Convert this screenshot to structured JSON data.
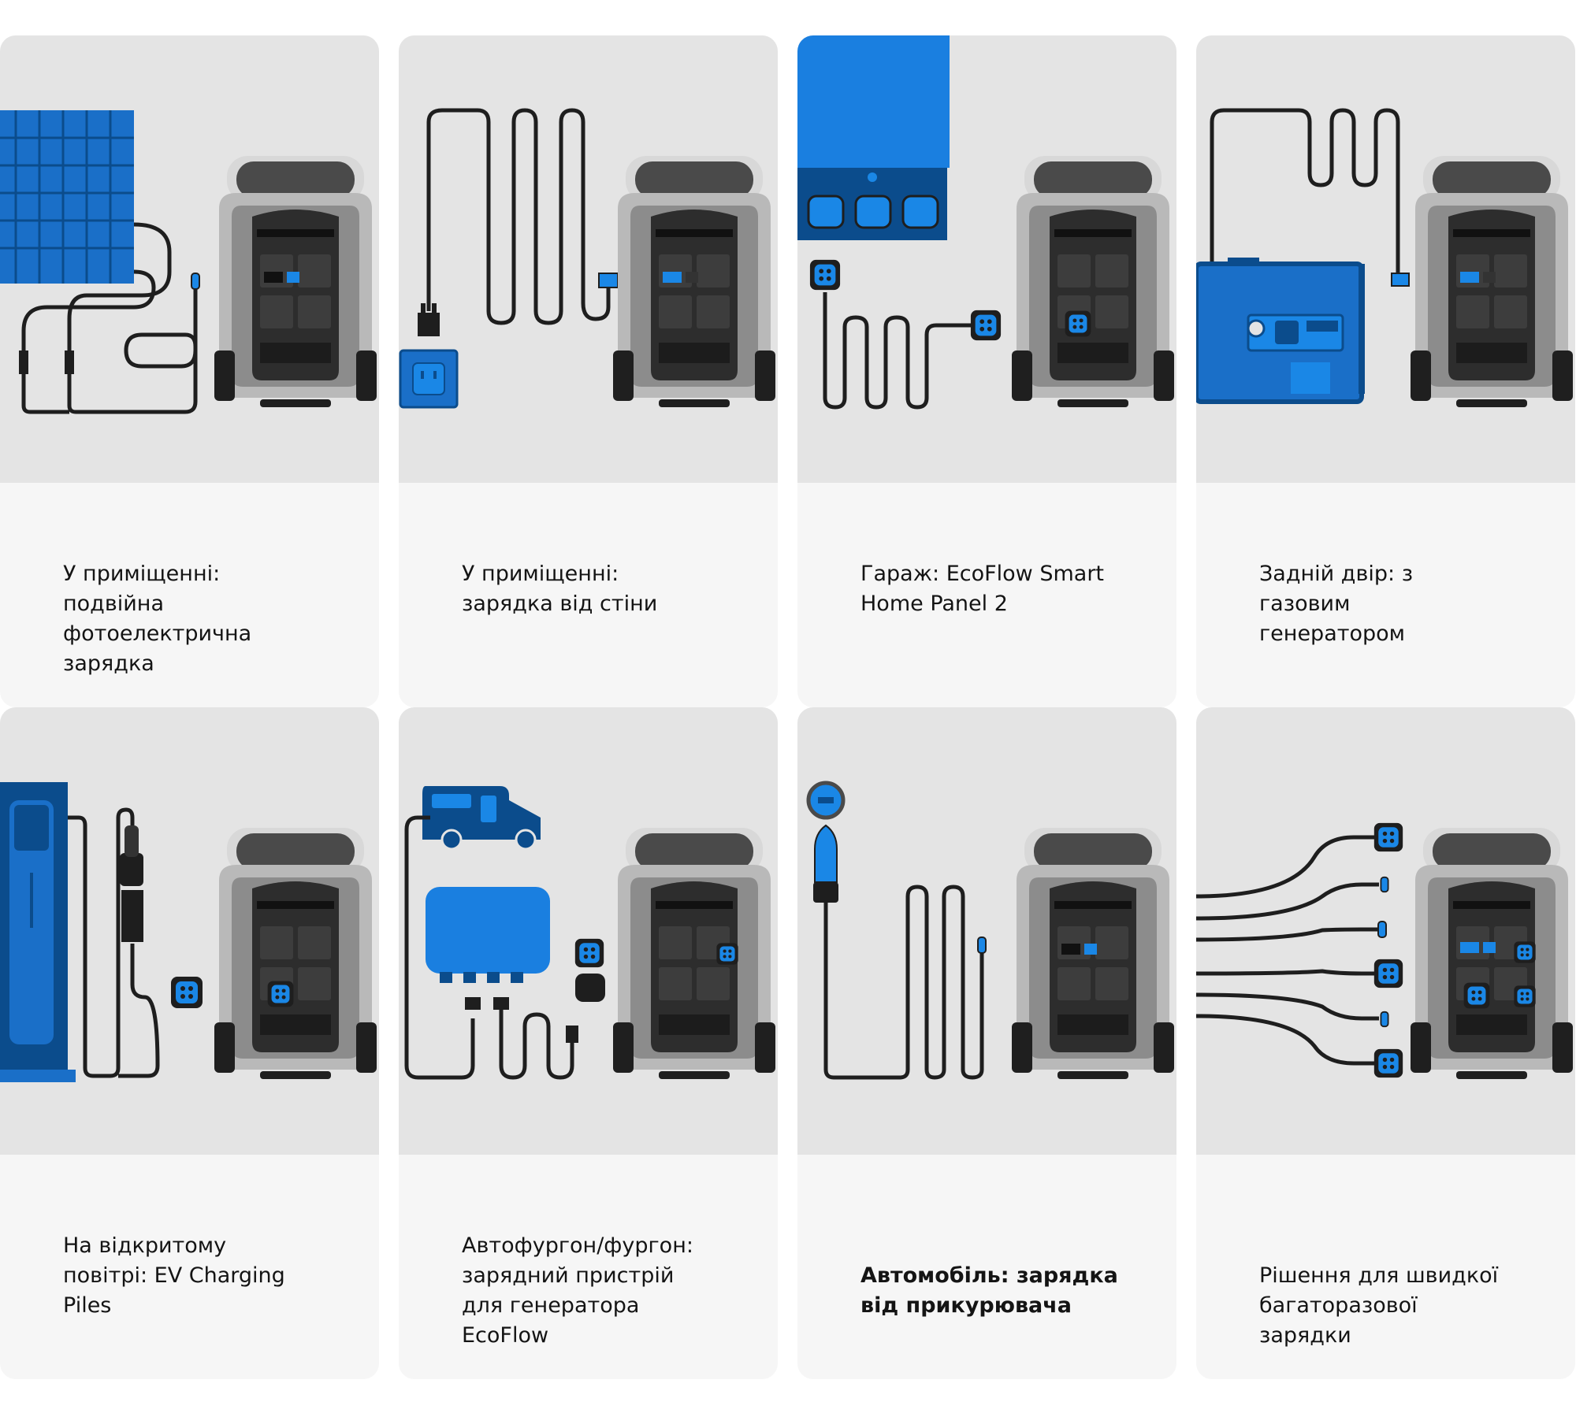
{
  "cards": [
    {
      "caption": "У приміщенні:\nподвійна\nфотоелектрична\nзарядка"
    },
    {
      "caption": "У приміщенні:\nзарядка від стіни"
    },
    {
      "caption": "Гараж: EcoFlow Smart\nHome Panel 2"
    },
    {
      "caption": "Задній двір: з\nгазовим\nгенератором"
    },
    {
      "caption": "На відкритому\nповітрі: EV Charging\nPiles"
    },
    {
      "caption": "Автофургон/фургон:\nзарядний пристрій\nдля генератора\nEcoFlow"
    },
    {
      "caption": "Автомобіль: зарядка\nвід прикурювача"
    },
    {
      "caption": "Рішення для швидкої\nбагаторазової\nзарядки"
    }
  ],
  "colors": {
    "accent_blue": "#0a74d6",
    "dark_blue": "#0b4c8c",
    "illustration_bg": "#e4e4e4",
    "card_bg": "#f6f6f6",
    "text": "#141414",
    "cable": "#1e1e1e"
  }
}
